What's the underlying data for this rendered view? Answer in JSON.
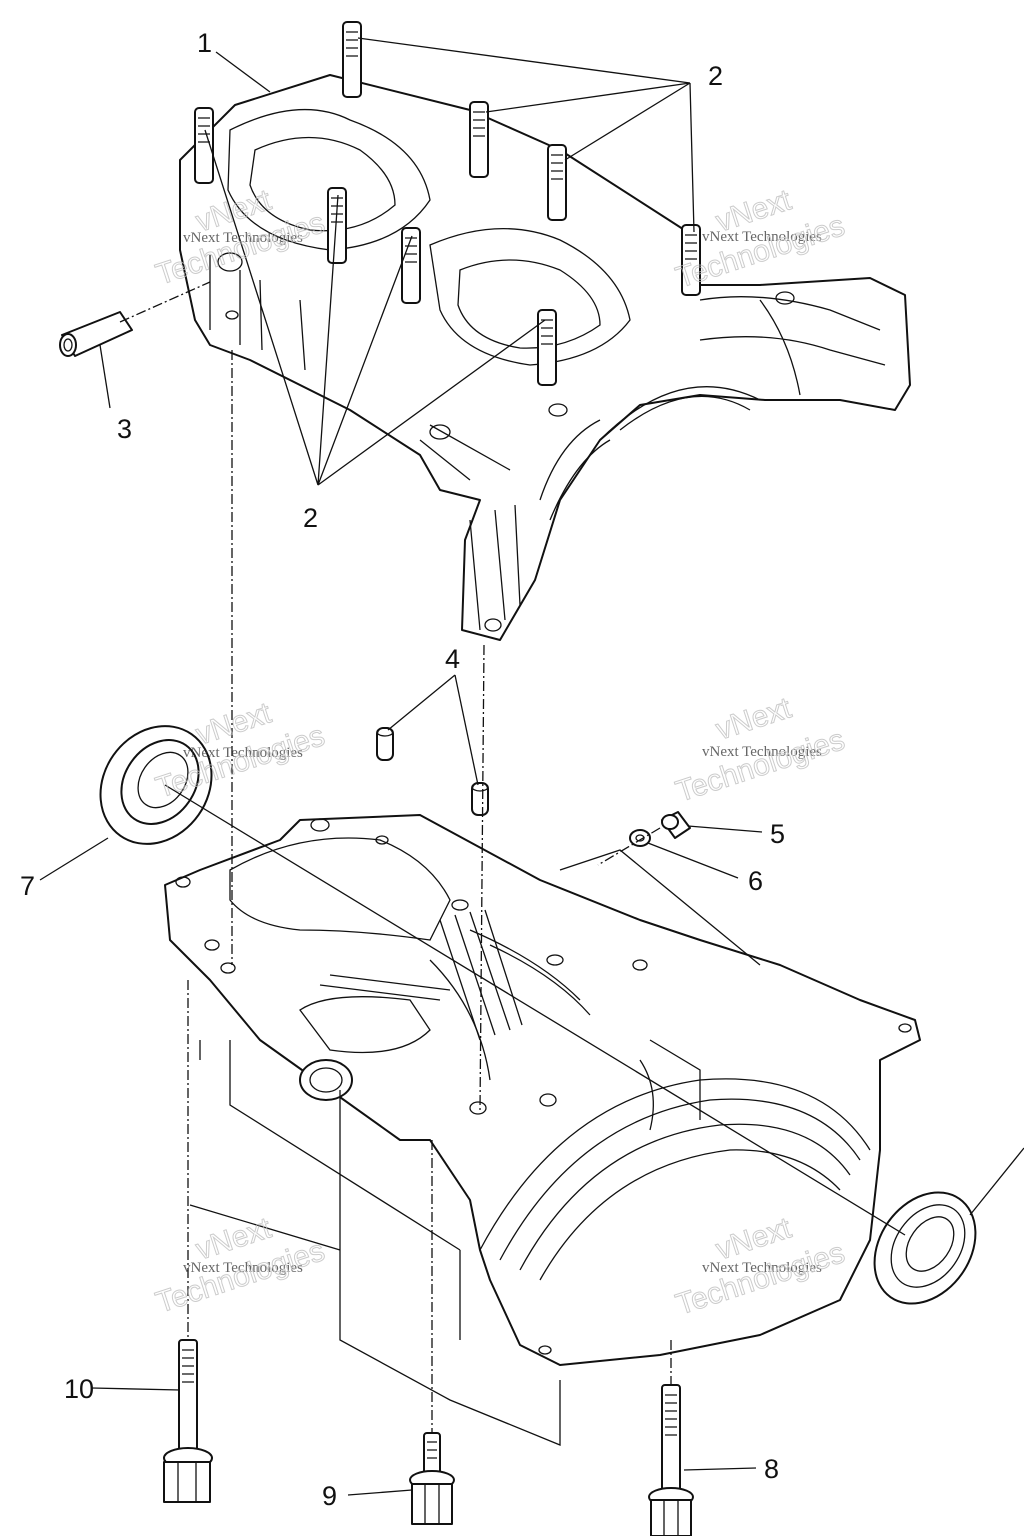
{
  "callouts": {
    "c1": "1",
    "c2a": "2",
    "c2b": "2",
    "c3": "3",
    "c4": "4",
    "c5": "5",
    "c6": "6",
    "c7": "7",
    "c8": "8",
    "c9": "9",
    "c10": "10"
  },
  "watermark": {
    "company": "vNext Technologies",
    "word1": "vNext",
    "word2": "Technologies"
  }
}
